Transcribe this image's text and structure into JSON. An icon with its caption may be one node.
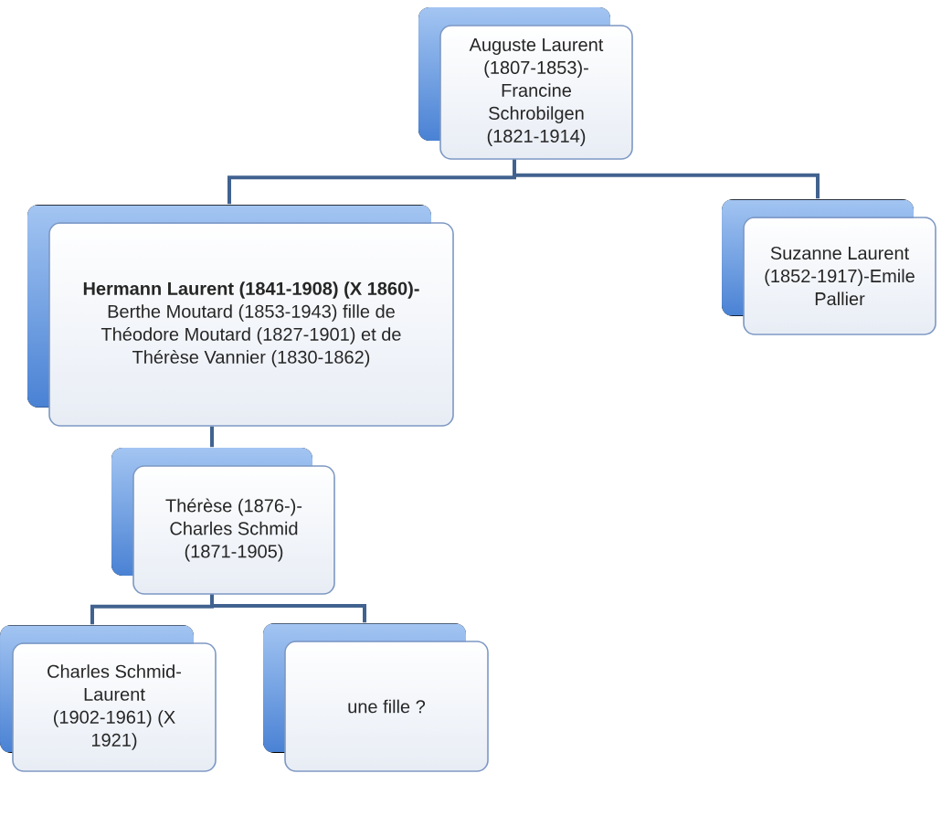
{
  "diagram": {
    "nodes": [
      {
        "text": [
          "Auguste Laurent (1807-1853)- Francine Schrobilgen (1821-1914)"
        ]
      },
      {
        "text": [
          "**Hermann Laurent (1841-1908) (X 1860)-** Berthe Moutard (1853-1943) fille de Théodore Moutard (1827-1901) et de Thérèse Vannier (1830-1862)"
        ]
      },
      {
        "text": [
          "Suzanne Laurent (1852-1917)-Emile Pallier"
        ]
      },
      {
        "text": [
          "Thérèse (1876-)- Charles Schmid (1871-1905)"
        ]
      },
      {
        "text": [
          "Charles Schmid- Laurent (1902-1961) (X 1921)"
        ]
      },
      {
        "text": [
          "une fille ?"
        ]
      }
    ],
    "edges": [
      {
        "from": 0,
        "to": 1,
        "arrow": "none"
      },
      {
        "from": 0,
        "to": 2,
        "arrow": "none"
      },
      {
        "from": 1,
        "to": 3,
        "arrow": "none"
      },
      {
        "from": 3,
        "to": 4,
        "arrow": "none"
      },
      {
        "from": 3,
        "to": 5,
        "arrow": "none"
      }
    ]
  }
}
